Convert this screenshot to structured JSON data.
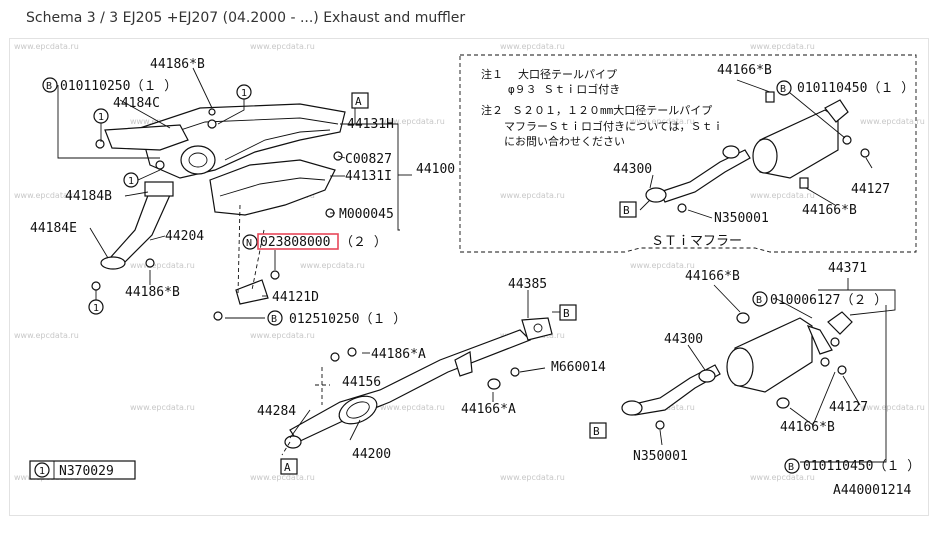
{
  "title": "Schema 3 / 3 EJ205 +EJ207 (04.2000 - ...) Exhaust and muffler",
  "watermark": "www.epcdata.ru",
  "highlight_color": "#e8485a",
  "notes": {
    "n1_mark": "注１",
    "n1_line1": "大口径テールパイプ",
    "n1_line2": "φ９３ Ｓｔｉロゴ付き",
    "n2_mark": "注２",
    "n2_line1": "Ｓ２０１，１２０mm大口径テールパイプ",
    "n2_line2": "マフラーＳｔｉロゴ付きについては，Ｓｔｉ",
    "n2_line3": "にお問い合わせください",
    "sti_label": "ＳＴｉマフラー"
  },
  "labels": {
    "l44186B_top": "44186*B",
    "l010110250": "010110250（１ ）",
    "l44184C": "44184C",
    "l44131H": "44131H",
    "lC00827": "C00827",
    "l44100": "44100",
    "l44131I": "44131I",
    "l44184B": "44184B",
    "lM000045": "M000045",
    "l44184E": "44184E",
    "l44204": "44204",
    "l023808000": "023808000",
    "l023808000_qty": "（２ ）",
    "l44186B_mid": "44186*B",
    "l44121D": "44121D",
    "l012510250": "012510250（１ ）",
    "l44385": "44385",
    "l44186A": "44186*A",
    "l44156": "44156",
    "lM660014": "M660014",
    "l44284": "44284",
    "l44166A": "44166*A",
    "l44200": "44200",
    "lN370029": "N370029",
    "s_44166B_a": "44166*B",
    "s_010110450": "010110450（１ ）",
    "s_44300": "44300",
    "s_44127": "44127",
    "s_44166B_b": "44166*B",
    "s_N350001": "N350001",
    "b_44371": "44371",
    "b_44166B_a": "44166*B",
    "b_010006127": "010006127（２ ）",
    "b_44300": "44300",
    "b_44127": "44127",
    "b_44166B_b": "44166*B",
    "b_N350001": "N350001",
    "b_010110450": "010110450（１ ）",
    "diagram_code": "A440001214"
  },
  "callouts": {
    "circle_one": "1",
    "circle_B": "B",
    "circle_N": "N",
    "box_A": "A",
    "box_B": "B"
  }
}
